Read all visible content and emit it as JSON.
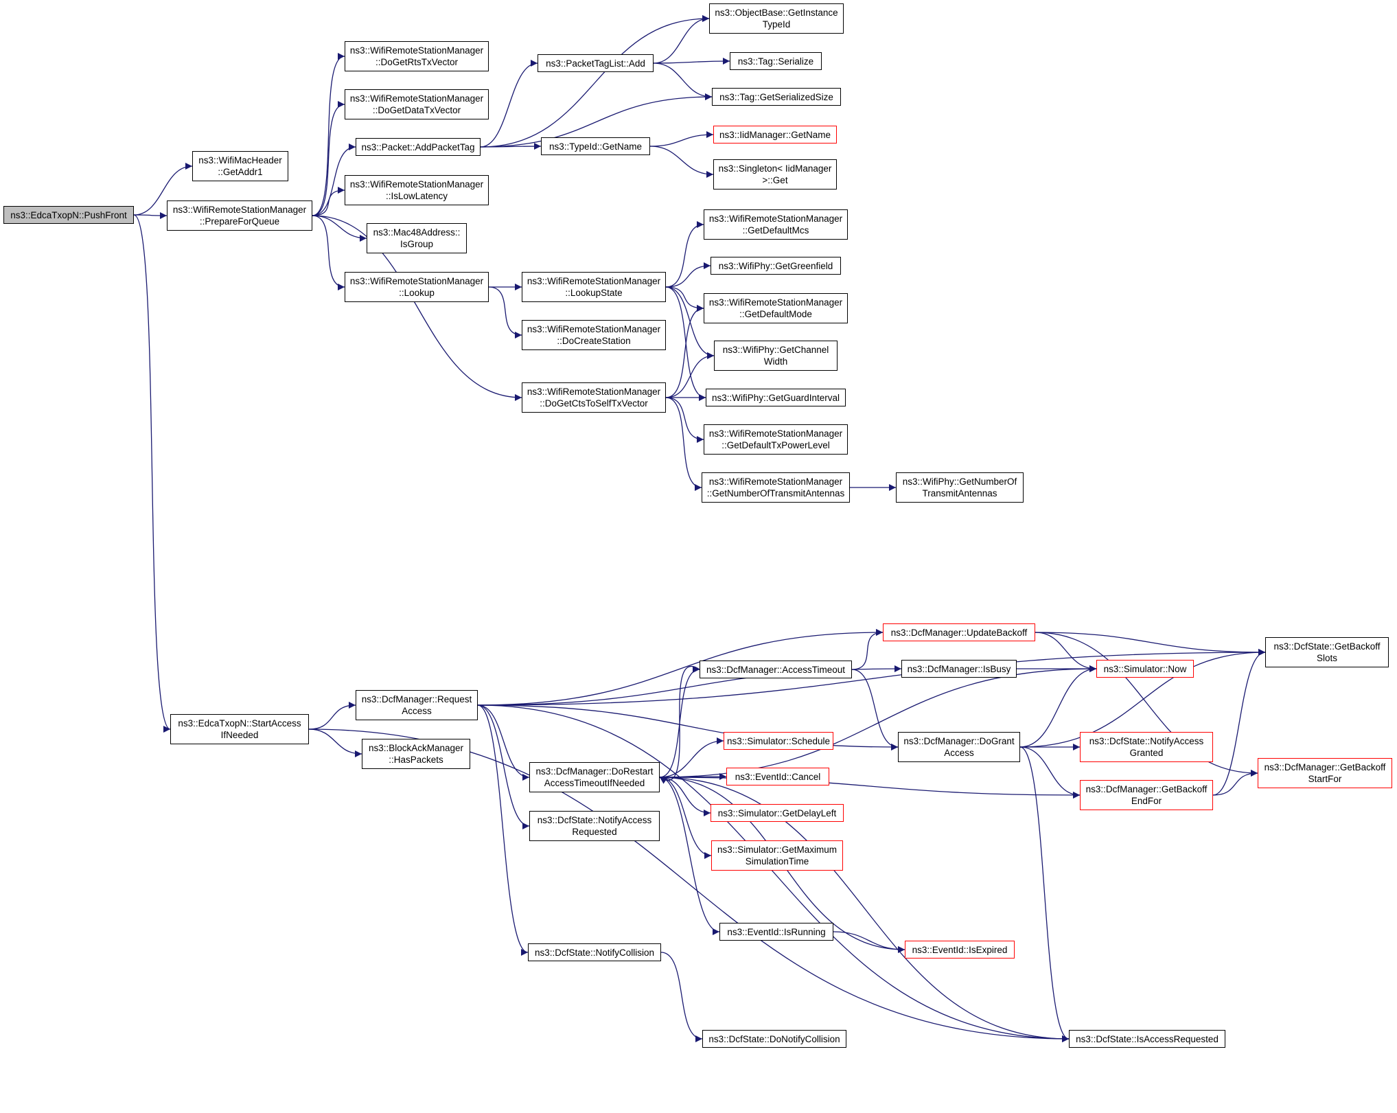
{
  "colors": {
    "edge": "#191970",
    "node_border": "#000000",
    "truncated_border": "#ff0000",
    "root_fill": "#bfbfbf"
  },
  "nodes": [
    {
      "id": "pushFront",
      "lines": [
        "ns3::EdcaTxopN::PushFront"
      ],
      "style": "root"
    },
    {
      "id": "getAddr1",
      "lines": [
        "ns3::WifiMacHeader",
        "::GetAddr1"
      ],
      "style": "normal"
    },
    {
      "id": "prepareForQueue",
      "lines": [
        "ns3::WifiRemoteStationManager",
        "::PrepareForQueue"
      ],
      "style": "normal"
    },
    {
      "id": "startAccess",
      "lines": [
        "ns3::EdcaTxopN::StartAccess",
        "IfNeeded"
      ],
      "style": "normal"
    },
    {
      "id": "doGetRts",
      "lines": [
        "ns3::WifiRemoteStationManager",
        "::DoGetRtsTxVector"
      ],
      "style": "normal"
    },
    {
      "id": "doGetData",
      "lines": [
        "ns3::WifiRemoteStationManager",
        "::DoGetDataTxVector"
      ],
      "style": "normal"
    },
    {
      "id": "addPacketTag",
      "lines": [
        "ns3::Packet::AddPacketTag"
      ],
      "style": "normal"
    },
    {
      "id": "isLowLatency",
      "lines": [
        "ns3::WifiRemoteStationManager",
        "::IsLowLatency"
      ],
      "style": "normal"
    },
    {
      "id": "isGroup",
      "lines": [
        "ns3::Mac48Address::",
        "IsGroup"
      ],
      "style": "normal"
    },
    {
      "id": "lookup",
      "lines": [
        "ns3::WifiRemoteStationManager",
        "::Lookup"
      ],
      "style": "normal"
    },
    {
      "id": "objGetInstance",
      "lines": [
        "ns3::ObjectBase::GetInstance",
        "TypeId"
      ],
      "style": "normal"
    },
    {
      "id": "ptlAdd",
      "lines": [
        "ns3::PacketTagList::Add"
      ],
      "style": "normal"
    },
    {
      "id": "tagSerialize",
      "lines": [
        "ns3::Tag::Serialize"
      ],
      "style": "normal"
    },
    {
      "id": "tagGetSize",
      "lines": [
        "ns3::Tag::GetSerializedSize"
      ],
      "style": "normal"
    },
    {
      "id": "typeIdGetName",
      "lines": [
        "ns3::TypeId::GetName"
      ],
      "style": "normal"
    },
    {
      "id": "iidGetName",
      "lines": [
        "ns3::IidManager::GetName"
      ],
      "style": "truncated"
    },
    {
      "id": "singletonGet",
      "lines": [
        "ns3::Singleton< IidManager",
        " >::Get"
      ],
      "style": "normal"
    },
    {
      "id": "lookupState",
      "lines": [
        "ns3::WifiRemoteStationManager",
        "::LookupState"
      ],
      "style": "normal"
    },
    {
      "id": "doCreateStation",
      "lines": [
        "ns3::WifiRemoteStationManager",
        "::DoCreateStation"
      ],
      "style": "normal"
    },
    {
      "id": "doGetCts",
      "lines": [
        "ns3::WifiRemoteStationManager",
        "::DoGetCtsToSelfTxVector"
      ],
      "style": "normal"
    },
    {
      "id": "getDefaultMcs",
      "lines": [
        "ns3::WifiRemoteStationManager",
        "::GetDefaultMcs"
      ],
      "style": "normal"
    },
    {
      "id": "getGreenfield",
      "lines": [
        "ns3::WifiPhy::GetGreenfield"
      ],
      "style": "normal"
    },
    {
      "id": "getDefaultMode",
      "lines": [
        "ns3::WifiRemoteStationManager",
        "::GetDefaultMode"
      ],
      "style": "normal"
    },
    {
      "id": "getChannelWidth",
      "lines": [
        "ns3::WifiPhy::GetChannel",
        "Width"
      ],
      "style": "normal"
    },
    {
      "id": "getGuardInterval",
      "lines": [
        "ns3::WifiPhy::GetGuardInterval"
      ],
      "style": "normal"
    },
    {
      "id": "getDefaultTxPower",
      "lines": [
        "ns3::WifiRemoteStationManager",
        "::GetDefaultTxPowerLevel"
      ],
      "style": "normal"
    },
    {
      "id": "getNumTxAntMgr",
      "lines": [
        "ns3::WifiRemoteStationManager",
        "::GetNumberOfTransmitAntennas"
      ],
      "style": "normal"
    },
    {
      "id": "getNumTxAntPhy",
      "lines": [
        "ns3::WifiPhy::GetNumberOf",
        "TransmitAntennas"
      ],
      "style": "normal"
    },
    {
      "id": "requestAccess",
      "lines": [
        "ns3::DcfManager::Request",
        "Access"
      ],
      "style": "normal"
    },
    {
      "id": "hasPackets",
      "lines": [
        "ns3::BlockAckManager",
        "::HasPackets"
      ],
      "style": "normal"
    },
    {
      "id": "doRestart",
      "lines": [
        "ns3::DcfManager::DoRestart",
        "AccessTimeoutIfNeeded"
      ],
      "style": "normal"
    },
    {
      "id": "notifyAccessReq",
      "lines": [
        "ns3::DcfState::NotifyAccess",
        "Requested"
      ],
      "style": "normal"
    },
    {
      "id": "notifyCollision",
      "lines": [
        "ns3::DcfState::NotifyCollision"
      ],
      "style": "normal"
    },
    {
      "id": "accessTimeout",
      "lines": [
        "ns3::DcfManager::AccessTimeout"
      ],
      "style": "normal"
    },
    {
      "id": "simSchedule",
      "lines": [
        "ns3::Simulator::Schedule"
      ],
      "style": "truncated"
    },
    {
      "id": "eventCancel",
      "lines": [
        "ns3::EventId::Cancel"
      ],
      "style": "truncated"
    },
    {
      "id": "simGetDelayLeft",
      "lines": [
        "ns3::Simulator::GetDelayLeft"
      ],
      "style": "truncated"
    },
    {
      "id": "simGetMaxTime",
      "lines": [
        "ns3::Simulator::GetMaximum",
        "SimulationTime"
      ],
      "style": "truncated"
    },
    {
      "id": "eventIsRunning",
      "lines": [
        "ns3::EventId::IsRunning"
      ],
      "style": "normal"
    },
    {
      "id": "doNotifyCollision",
      "lines": [
        "ns3::DcfState::DoNotifyCollision"
      ],
      "style": "normal"
    },
    {
      "id": "updateBackoff",
      "lines": [
        "ns3::DcfManager::UpdateBackoff"
      ],
      "style": "truncated"
    },
    {
      "id": "isBusy",
      "lines": [
        "ns3::DcfManager::IsBusy"
      ],
      "style": "normal"
    },
    {
      "id": "doGrantAccess",
      "lines": [
        "ns3::DcfManager::DoGrant",
        "Access"
      ],
      "style": "normal"
    },
    {
      "id": "eventIsExpired",
      "lines": [
        "ns3::EventId::IsExpired"
      ],
      "style": "truncated"
    },
    {
      "id": "isAccessRequested",
      "lines": [
        "ns3::DcfState::IsAccessRequested"
      ],
      "style": "normal"
    },
    {
      "id": "simNow",
      "lines": [
        "ns3::Simulator::Now"
      ],
      "style": "truncated"
    },
    {
      "id": "notifyAccessGranted",
      "lines": [
        "ns3::DcfState::NotifyAccess",
        "Granted"
      ],
      "style": "truncated"
    },
    {
      "id": "getBackoffEndFor",
      "lines": [
        "ns3::DcfManager::GetBackoff",
        "EndFor"
      ],
      "style": "truncated"
    },
    {
      "id": "getBackoffSlots",
      "lines": [
        "ns3::DcfState::GetBackoff",
        "Slots"
      ],
      "style": "normal"
    },
    {
      "id": "getBackoffStartFor",
      "lines": [
        "ns3::DcfManager::GetBackoff",
        "StartFor"
      ],
      "style": "truncated"
    }
  ],
  "edges": [
    [
      "pushFront",
      "getAddr1"
    ],
    [
      "pushFront",
      "prepareForQueue"
    ],
    [
      "pushFront",
      "startAccess"
    ],
    [
      "prepareForQueue",
      "doGetRts"
    ],
    [
      "prepareForQueue",
      "doGetData"
    ],
    [
      "prepareForQueue",
      "addPacketTag"
    ],
    [
      "prepareForQueue",
      "isLowLatency"
    ],
    [
      "prepareForQueue",
      "isGroup"
    ],
    [
      "prepareForQueue",
      "lookup"
    ],
    [
      "prepareForQueue",
      "doGetCts"
    ],
    [
      "addPacketTag",
      "objGetInstance"
    ],
    [
      "addPacketTag",
      "ptlAdd"
    ],
    [
      "addPacketTag",
      "tagGetSize"
    ],
    [
      "addPacketTag",
      "typeIdGetName"
    ],
    [
      "ptlAdd",
      "objGetInstance"
    ],
    [
      "ptlAdd",
      "tagSerialize"
    ],
    [
      "ptlAdd",
      "tagGetSize"
    ],
    [
      "typeIdGetName",
      "iidGetName"
    ],
    [
      "typeIdGetName",
      "singletonGet"
    ],
    [
      "lookup",
      "lookupState"
    ],
    [
      "lookup",
      "doCreateStation"
    ],
    [
      "lookupState",
      "getDefaultMcs"
    ],
    [
      "lookupState",
      "getGreenfield"
    ],
    [
      "lookupState",
      "getDefaultMode"
    ],
    [
      "lookupState",
      "getChannelWidth"
    ],
    [
      "lookupState",
      "getGuardInterval"
    ],
    [
      "doGetCts",
      "getDefaultMode"
    ],
    [
      "doGetCts",
      "getChannelWidth"
    ],
    [
      "doGetCts",
      "getGuardInterval"
    ],
    [
      "doGetCts",
      "getDefaultTxPower"
    ],
    [
      "doGetCts",
      "getNumTxAntMgr"
    ],
    [
      "getNumTxAntMgr",
      "getNumTxAntPhy"
    ],
    [
      "startAccess",
      "requestAccess"
    ],
    [
      "startAccess",
      "hasPackets"
    ],
    [
      "startAccess",
      "isAccessRequested"
    ],
    [
      "requestAccess",
      "getBackoffSlots"
    ],
    [
      "requestAccess",
      "updateBackoff"
    ],
    [
      "requestAccess",
      "isBusy"
    ],
    [
      "requestAccess",
      "doGrantAccess"
    ],
    [
      "requestAccess",
      "doRestart"
    ],
    [
      "requestAccess",
      "notifyAccessReq"
    ],
    [
      "requestAccess",
      "notifyCollision"
    ],
    [
      "requestAccess",
      "isAccessRequested"
    ],
    [
      "doRestart",
      "accessTimeout"
    ],
    [
      "doRestart",
      "simSchedule"
    ],
    [
      "doRestart",
      "eventCancel"
    ],
    [
      "doRestart",
      "simGetDelayLeft"
    ],
    [
      "doRestart",
      "simGetMaxTime"
    ],
    [
      "doRestart",
      "eventIsRunning"
    ],
    [
      "doRestart",
      "eventIsExpired"
    ],
    [
      "doRestart",
      "getBackoffEndFor"
    ],
    [
      "doRestart",
      "isAccessRequested"
    ],
    [
      "doRestart",
      "simNow"
    ],
    [
      "accessTimeout",
      "doRestart"
    ],
    [
      "accessTimeout",
      "updateBackoff"
    ],
    [
      "accessTimeout",
      "doGrantAccess"
    ],
    [
      "notifyCollision",
      "doNotifyCollision"
    ],
    [
      "eventIsRunning",
      "eventIsExpired"
    ],
    [
      "updateBackoff",
      "getBackoffSlots"
    ],
    [
      "updateBackoff",
      "simNow"
    ],
    [
      "updateBackoff",
      "getBackoffStartFor"
    ],
    [
      "isBusy",
      "simNow"
    ],
    [
      "doGrantAccess",
      "simNow"
    ],
    [
      "doGrantAccess",
      "getBackoffSlots"
    ],
    [
      "doGrantAccess",
      "notifyAccessGranted"
    ],
    [
      "doGrantAccess",
      "getBackoffEndFor"
    ],
    [
      "doGrantAccess",
      "isAccessRequested"
    ],
    [
      "getBackoffEndFor",
      "getBackoffSlots"
    ],
    [
      "getBackoffEndFor",
      "getBackoffStartFor"
    ]
  ]
}
